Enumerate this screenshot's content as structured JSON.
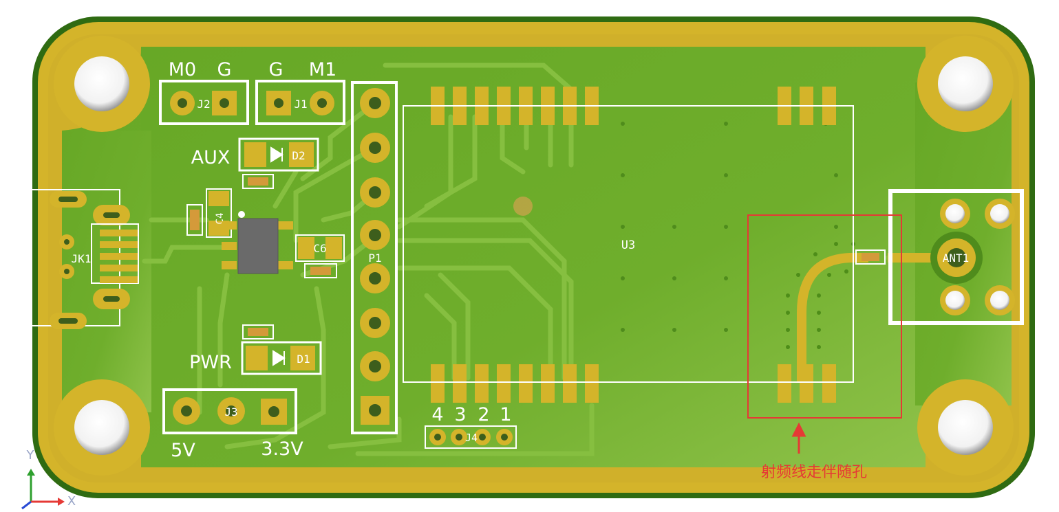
{
  "board": {
    "colors": {
      "mask": "#5e9e1e",
      "mask_light": "#7fb73a",
      "copper": "#d4b42a",
      "silk": "#ffffff",
      "annotation": "#e53935"
    }
  },
  "connectors": {
    "j2": {
      "ref": "J2",
      "pins": [
        "M0",
        "G"
      ]
    },
    "j1": {
      "ref": "J1",
      "pins": [
        "G",
        "M1"
      ]
    },
    "j3": {
      "ref": "J3",
      "left_label": "5V",
      "right_label": "3.3V"
    },
    "j4": {
      "ref": "J4",
      "pin_numbers": [
        "4",
        "3",
        "2",
        "1"
      ]
    },
    "p1": {
      "ref": "P1"
    },
    "jk1": {
      "ref": "JK1"
    },
    "ant1": {
      "ref": "ANT1"
    }
  },
  "components": {
    "d2": {
      "ref": "D2",
      "label": "AUX"
    },
    "d1": {
      "ref": "D1",
      "label": "PWR"
    },
    "c4": {
      "ref": "C4"
    },
    "c6": {
      "ref": "C6"
    },
    "u3": {
      "ref": "U3"
    }
  },
  "annotation": {
    "text": "射频线走伴随孔"
  },
  "axes": {
    "x": "X",
    "y": "Y"
  }
}
